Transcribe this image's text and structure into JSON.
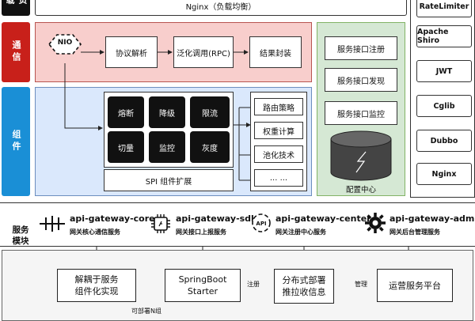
{
  "layers": {
    "top_label": "负载",
    "comm_label": "通信",
    "comp_label": "组件"
  },
  "top_bar": {
    "text": "Nginx（负载均衡）"
  },
  "comm": {
    "nio": "NIO",
    "steps": [
      "协议解析",
      "泛化调用(RPC)",
      "结果封装"
    ]
  },
  "components": {
    "grid": [
      "熔断",
      "降级",
      "限流",
      "切量",
      "监控",
      "灰度"
    ],
    "spi": "SPI 组件扩展",
    "strategies": [
      "路由策略",
      "权重计算",
      "池化技术",
      "... ..."
    ]
  },
  "registry": {
    "buttons": [
      "服务接口注册",
      "服务接口发现",
      "服务接口监控"
    ],
    "config_center": "配置中心"
  },
  "right_column": [
    "RateLimiter",
    "Apache Shiro",
    "JWT",
    "Cglib",
    "Dubbo",
    "Nginx"
  ],
  "services": {
    "label": "服务\n模块",
    "items": [
      {
        "name": "api-gateway-core",
        "desc": "网关核心通信服务"
      },
      {
        "name": "api-gateway-sdk",
        "desc": "网关接口上报服务"
      },
      {
        "name": "api-gateway-center",
        "desc": "网关注册中心服务"
      },
      {
        "name": "api-gateway-admin",
        "desc": "网关后台管理服务"
      }
    ]
  },
  "bottom": {
    "decouple": "解耦于服务\n组件化实现",
    "springboot": "SpringBoot\nStarter",
    "distributed": "分布式部署\n推拉收信息",
    "ops": "运营服务平台",
    "edge_register": "注册",
    "edge_manage": "管理",
    "edge_deploy": "可部署N组"
  },
  "colors": {
    "top_label": "#111111",
    "comm_label": "#c8201a",
    "comp_label": "#1a8fd6",
    "comm_bg": "#f8cecc",
    "comp_bg": "#dae8fc",
    "registry_bg": "#d5e8d4"
  }
}
